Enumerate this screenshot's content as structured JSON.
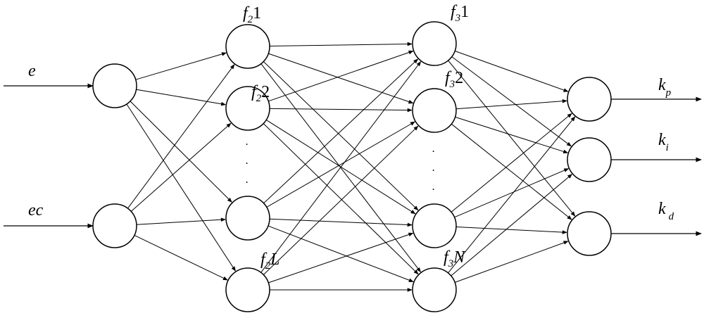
{
  "inputs": [
    {
      "id": "e",
      "label": "e"
    },
    {
      "id": "ec",
      "label": "ec"
    }
  ],
  "layer2": {
    "labels": [
      {
        "base": "f",
        "sub": "2",
        "tail": "1"
      },
      {
        "base": "f",
        "sub": "2",
        "tail": "2"
      },
      {
        "base": "f",
        "sub": "2",
        "tail": "L"
      }
    ]
  },
  "layer3": {
    "labels": [
      {
        "base": "f",
        "sub": "3",
        "tail": "1"
      },
      {
        "base": "f",
        "sub": "3",
        "tail": "2"
      },
      {
        "base": "f",
        "sub": "3",
        "tail": "N"
      }
    ]
  },
  "outputs": [
    {
      "base": "k",
      "sub": "p"
    },
    {
      "base": "k",
      "sub": "i"
    },
    {
      "base": "k",
      "sub": "d"
    }
  ],
  "ellipsis": "."
}
